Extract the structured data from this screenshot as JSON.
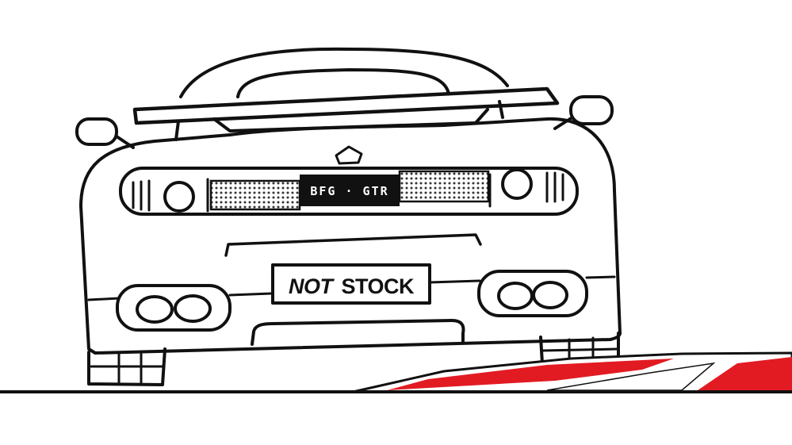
{
  "badge": {
    "text": "BFG · GTR"
  },
  "plate": {
    "text_italic": "NOT",
    "text_bold": "STOCK"
  },
  "colors": {
    "outline": "#111111",
    "accent_red": "#e21b23",
    "background": "#ffffff"
  }
}
